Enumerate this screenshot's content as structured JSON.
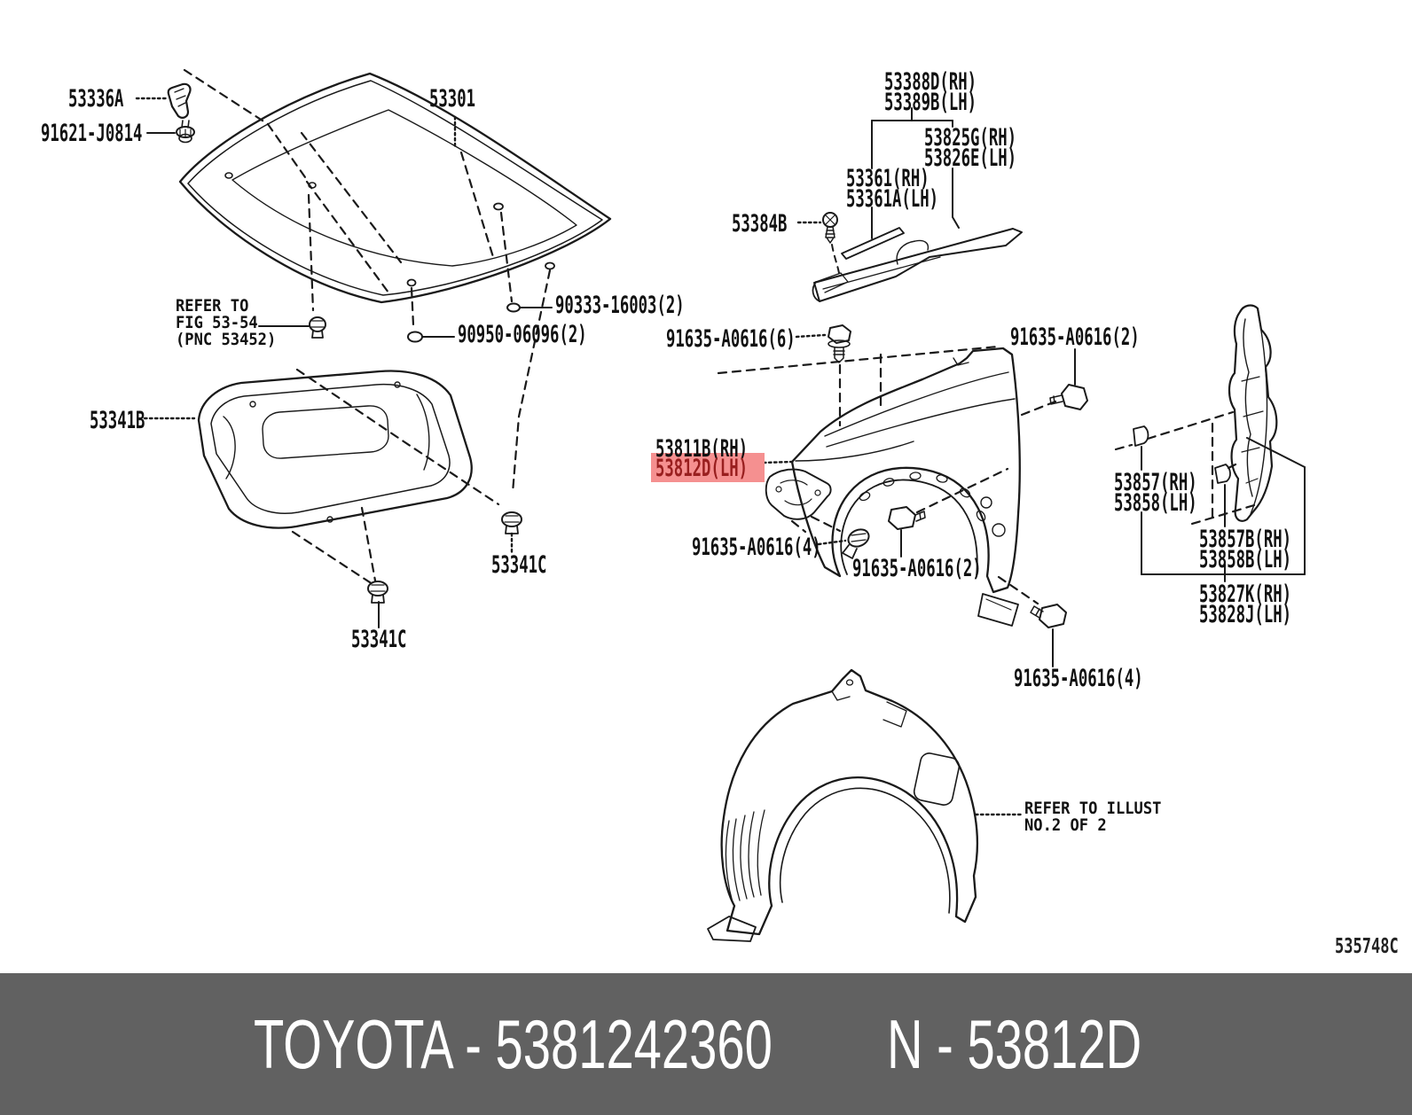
{
  "page": {
    "background": "#ffffff",
    "line_color": "#1a1a1a"
  },
  "diagram": {
    "figure_code": "535748C",
    "highlight": {
      "background": "#f59090",
      "text_color": "#991f1f"
    },
    "callouts": {
      "c53336a": "53336A",
      "c91621_j0814": "91621-J0814",
      "c53301": "53301",
      "refer_fig_note": "REFER TO\nFIG 53-54\n(PNC 53452)",
      "c90333_16003": "90333-16003(2)",
      "c90950_06096": "90950-06096(2)",
      "c53341b": "53341B",
      "c53341c_right": "53341C",
      "c53341c_bottom": "53341C",
      "c53388d_53389b": "53388D(RH)\n53389B(LH)",
      "c53825g_53826e": "53825G(RH)\n53826E(LH)",
      "c53361_53361a": "53361(RH)\n53361A(LH)",
      "c53384b": "53384B",
      "c91635_a0616_6": "91635-A0616(6)",
      "c91635_a0616_2_upper": "91635-A0616(2)",
      "c53811b_rh": "53811B(RH)",
      "c53812d_lh": "53812D(LH)",
      "c91635_a0616_4_front": "91635-A0616(4)",
      "c91635_a0616_2_lower": "91635-A0616(2)",
      "c53857_53858": "53857(RH)\n53858(LH)",
      "c53857b_53858b": "53857B(RH)\n53858B(LH)",
      "c53827k_53828j": "53827K(RH)\n53828J(LH)",
      "c91635_a0616_4_rear": "91635-A0616(4)",
      "refer_illust_note": "REFER TO ILLUST\nNO.2 OF 2"
    }
  },
  "footer": {
    "background": "#616161",
    "left_text": "TOYOTA - 5381242360",
    "right_text": "N - 53812D"
  }
}
